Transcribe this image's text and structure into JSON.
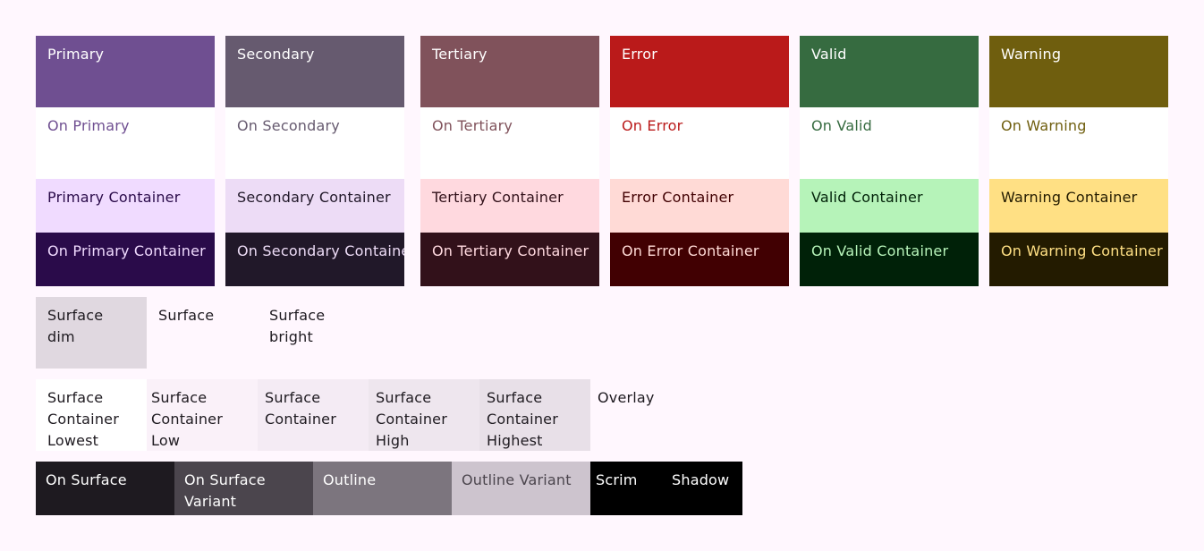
{
  "columns": [
    {
      "key": "primary",
      "main": {
        "label": "Primary",
        "bg": "#6f4f91",
        "fg": "#ffffff"
      },
      "on": {
        "label": "On Primary",
        "bg": "#ffffff",
        "fg": "#6f4f91"
      },
      "container": {
        "label": "Primary Container",
        "bg": "#f0dbff",
        "fg": "#2a0b4a"
      },
      "on_container": {
        "label": "On Primary Container",
        "bg": "#2a0b4a",
        "fg": "#f0dbff"
      }
    },
    {
      "key": "secondary",
      "main": {
        "label": "Secondary",
        "bg": "#665a6f",
        "fg": "#ffffff"
      },
      "on": {
        "label": "On Secondary",
        "bg": "#ffffff",
        "fg": "#665a6f"
      },
      "container": {
        "label": "Secondary Container",
        "bg": "#eddcf6",
        "fg": "#211829"
      },
      "on_container": {
        "label": "On Secondary Container",
        "bg": "#211829",
        "fg": "#eddcf6"
      }
    },
    {
      "key": "tertiary",
      "main": {
        "label": "Tertiary",
        "bg": "#80525b",
        "fg": "#ffffff"
      },
      "on": {
        "label": "On Tertiary",
        "bg": "#ffffff",
        "fg": "#80525b"
      },
      "container": {
        "label": "Tertiary Container",
        "bg": "#ffd9df",
        "fg": "#32111a"
      },
      "on_container": {
        "label": "On Tertiary Container",
        "bg": "#32111a",
        "fg": "#ffd9df"
      }
    },
    {
      "key": "error",
      "main": {
        "label": "Error",
        "bg": "#ba1a1a",
        "fg": "#ffffff"
      },
      "on": {
        "label": "On Error",
        "bg": "#ffffff",
        "fg": "#ba1a1a"
      },
      "container": {
        "label": "Error Container",
        "bg": "#ffdad6",
        "fg": "#410002"
      },
      "on_container": {
        "label": "On Error Container",
        "bg": "#410002",
        "fg": "#ffdad6"
      }
    },
    {
      "key": "valid",
      "main": {
        "label": "Valid",
        "bg": "#366b40",
        "fg": "#ffffff"
      },
      "on": {
        "label": "On Valid",
        "bg": "#ffffff",
        "fg": "#366b40"
      },
      "container": {
        "label": "Valid Container",
        "bg": "#b6f3b9",
        "fg": "#002108"
      },
      "on_container": {
        "label": "On Valid Container",
        "bg": "#002108",
        "fg": "#b6f3b9"
      }
    },
    {
      "key": "warning",
      "main": {
        "label": "Warning",
        "bg": "#6f5e0e",
        "fg": "#ffffff"
      },
      "on": {
        "label": "On Warning",
        "bg": "#ffffff",
        "fg": "#6f5e0e"
      },
      "container": {
        "label": "Warning Container",
        "bg": "#ffe084",
        "fg": "#231b00"
      },
      "on_container": {
        "label": "On Warning Container",
        "bg": "#231b00",
        "fg": "#ffe084"
      }
    }
  ],
  "surfaces": [
    {
      "label": "Surface dim",
      "bg": "#e0d8e0",
      "fg": "#1e1a20"
    },
    {
      "label": "Surface",
      "bg": "#fff7fe",
      "fg": "#1e1a20"
    },
    {
      "label": "Surface bright",
      "bg": "#fff7fe",
      "fg": "#1e1a20"
    }
  ],
  "surface_containers": [
    {
      "label": "Surface Container Lowest",
      "bg": "#ffffff",
      "fg": "#1e1a20"
    },
    {
      "label": "Surface Container Low",
      "bg": "#faf1f9",
      "fg": "#1e1a20"
    },
    {
      "label": "Surface Container",
      "bg": "#f4ebf4",
      "fg": "#1e1a20"
    },
    {
      "label": "Surface Container High",
      "bg": "#eee6ee",
      "fg": "#1e1a20"
    },
    {
      "label": "Surface Container Highest",
      "bg": "#e8e0e8",
      "fg": "#1e1a20"
    },
    {
      "label": "Overlay",
      "bg": "#fff7fe",
      "fg": "#1e1a20"
    }
  ],
  "bottom_row": [
    {
      "label": "On Surface",
      "bg": "#1e1a20",
      "fg": "#ffffff"
    },
    {
      "label": "On Surface Variant",
      "bg": "#4b454d",
      "fg": "#ffffff"
    },
    {
      "label": "Outline",
      "bg": "#7c757e",
      "fg": "#ffffff"
    },
    {
      "label": "Outline Variant",
      "bg": "#cdc4ce",
      "fg": "#4b454d"
    },
    {
      "label": "Scrim",
      "bg": "#000000",
      "fg": "#ffffff"
    },
    {
      "label": "Shadow",
      "bg": "#000000",
      "fg": "#ffffff"
    }
  ]
}
